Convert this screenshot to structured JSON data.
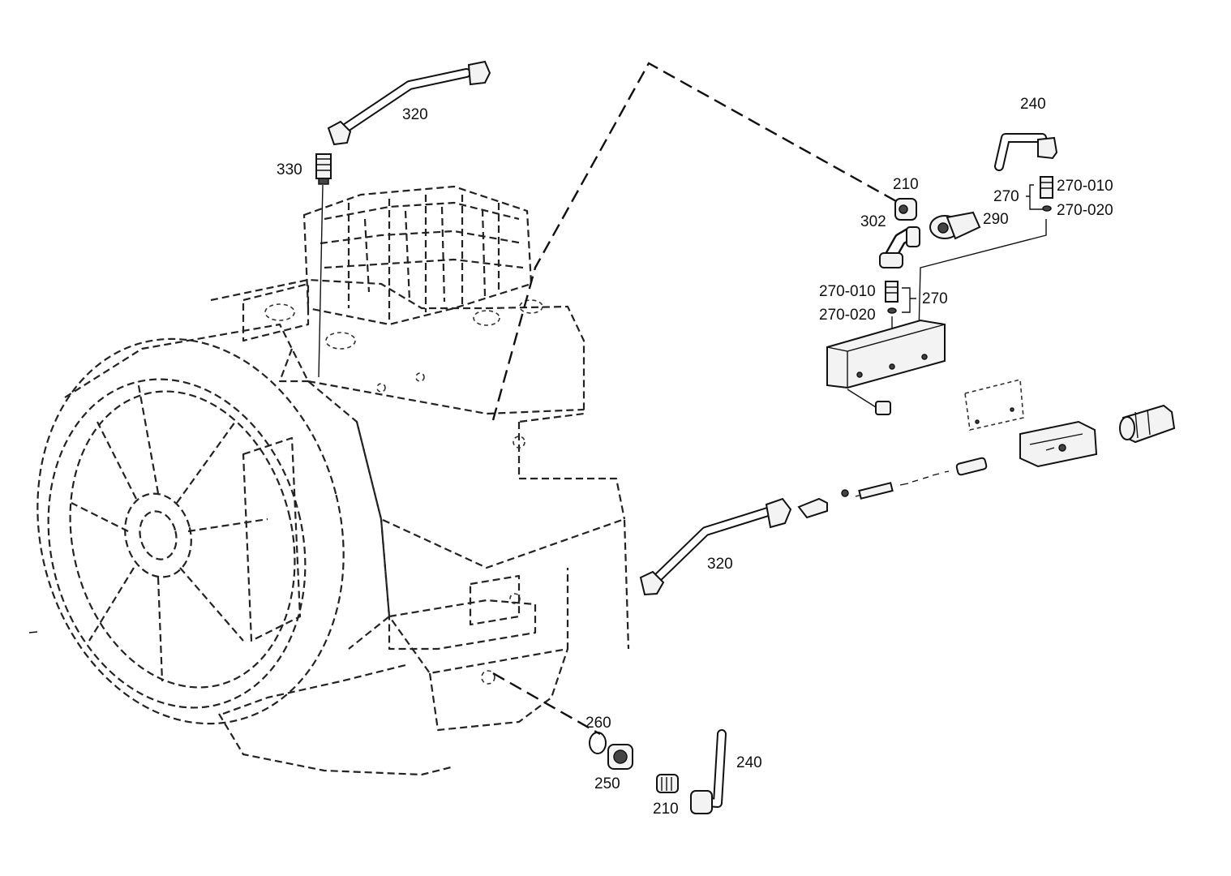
{
  "callouts": {
    "c320_top": "320",
    "c330": "330",
    "c240_top": "240",
    "c210_top": "210",
    "c302": "302",
    "c290": "290",
    "c270_top": "270",
    "c270_010_top": "270-010",
    "c270_020_top": "270-020",
    "c270_010_mid": "270-010",
    "c270_020_mid": "270-020",
    "c270_mid": "270",
    "c320_bottom": "320",
    "c260": "260",
    "c250": "250",
    "c210_bottom": "210",
    "c240_bottom": "240"
  }
}
